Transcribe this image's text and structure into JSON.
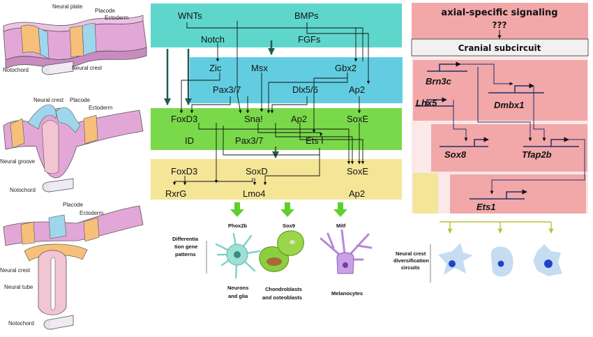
{
  "morphology": {
    "stage1": {
      "neural_plate": "Neural plate",
      "placode": "Placode",
      "ectoderm": "Ectoderm",
      "notochord": "Notochord",
      "neural_crest": "Neural crest"
    },
    "stage2": {
      "neural_crest": "Neural crest",
      "placode": "Placode",
      "ectoderm": "Ectoderm",
      "neural_groove": "Neural groove",
      "notochord": "Notochord"
    },
    "stage3": {
      "placode": "Placode",
      "ectoderm": "Ectoderm",
      "neural_crest": "Neural crest",
      "neural_tube": "Neural tube",
      "notochord": "Notochord"
    }
  },
  "grn": {
    "band1": {
      "wnts": "WNTs",
      "bmps": "BMPs",
      "notch": "Notch",
      "fgfs": "FGFs"
    },
    "band2": {
      "zic": "Zic",
      "msx": "Msx",
      "gbx2": "Gbx2",
      "pax37": "Pax3/7",
      "dlx56": "Dlx5/6",
      "ap2": "Ap2"
    },
    "band3": {
      "foxd3": "FoxD3",
      "snai": "Sna!",
      "ap2": "Ap2",
      "soxe": "SoxE",
      "id": "ID",
      "pax37": "Pax3/7",
      "ets1": "Ets l"
    },
    "band4": {
      "foxd3": "FoxD3",
      "soxd": "SoxD",
      "soxe": "SoxE",
      "rxrg": "RxrG",
      "lmo4": "Lmo4",
      "ap2": "Ap2"
    }
  },
  "diff": {
    "title_line1": "Differentia",
    "title_line2": "tion gene",
    "title_line3": "patterns",
    "markers": [
      "Phox2b",
      "Sox9",
      "Mitf"
    ],
    "labels": [
      [
        "Neurons",
        "and glia"
      ],
      [
        "Chondroblasts",
        "and osteoblasts"
      ],
      [
        "Melanocytes"
      ]
    ]
  },
  "cranial": {
    "header_line1": "axial-specific signaling",
    "header_line2": "???",
    "subtitle": "Cranial subcircuit",
    "genes": {
      "brn3c": "Brn3c",
      "lhx5": "Lhx5",
      "dmbx1": "Dmbx1",
      "sox8": "Sox8",
      "tfap2b": "Tfap2b",
      "ets1": "Ets1"
    },
    "diversification_line1": "Neural crest",
    "diversification_line2": "diversification",
    "diversification_line3": "circuits"
  },
  "colors": {
    "teal": "#5fd6cc",
    "cyan": "#62cde0",
    "green": "#79d94a",
    "yellow": "#f4e597",
    "pink": "#f2a7a9",
    "arrow_green": "#5fcf2c",
    "arrow_dark": "#1f5a57",
    "cell_blue": "#c6dcf1",
    "nucleus": "#2143c9"
  }
}
